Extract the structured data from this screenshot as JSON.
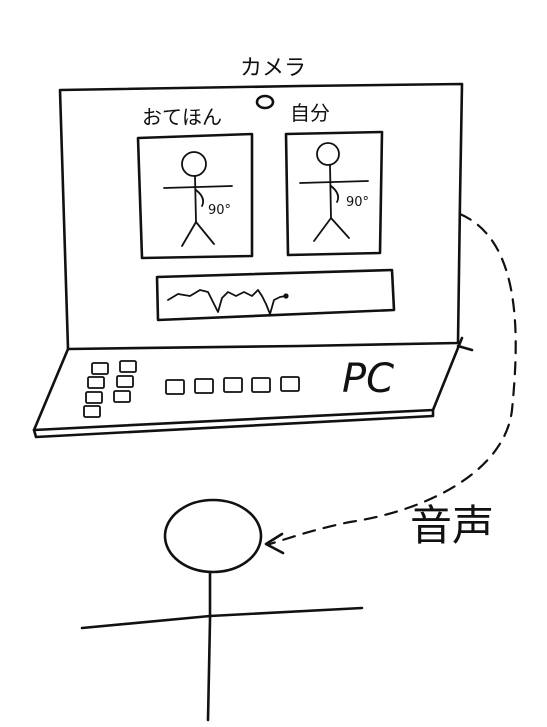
{
  "labels": {
    "camera": "カメラ",
    "model": "おてほん",
    "self": "自分",
    "angle_model": "90°",
    "angle_self": "90°",
    "pc": "PC",
    "audio": "音声"
  },
  "colors": {
    "ink": "#111111",
    "paper": "#ffffff"
  },
  "icons": {
    "camera_lens": "circle-icon",
    "arrow": "arrow-left-icon"
  }
}
